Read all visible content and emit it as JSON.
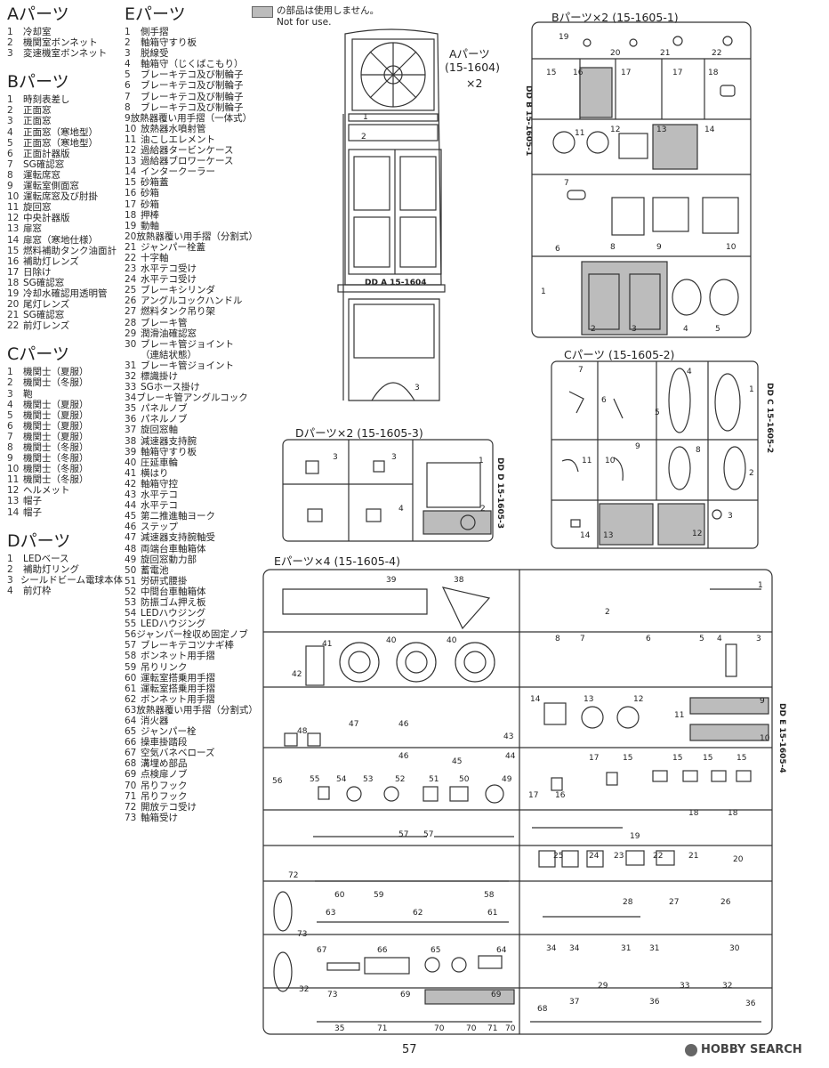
{
  "legend_left": [
    {
      "title": "Aパーツ",
      "items": [
        [
          "1",
          "冷却室"
        ],
        [
          "2",
          "機関室ボンネット"
        ],
        [
          "3",
          "変速機室ボンネット"
        ]
      ]
    },
    {
      "title": "Bパーツ",
      "items": [
        [
          "1",
          "時刻表差し"
        ],
        [
          "2",
          "正面窓"
        ],
        [
          "3",
          "正面窓"
        ],
        [
          "4",
          "正面窓（寒地型）"
        ],
        [
          "5",
          "正面窓（寒地型）"
        ],
        [
          "6",
          "正面計器版"
        ],
        [
          "7",
          "SG確認窓"
        ],
        [
          "8",
          "運転席窓"
        ],
        [
          "9",
          "運転室側面窓"
        ],
        [
          "10",
          "運転席窓及び肘掛"
        ],
        [
          "11",
          "旋回窓"
        ],
        [
          "12",
          "中央計器版"
        ],
        [
          "13",
          "扉窓"
        ],
        [
          "14",
          "扉窓（寒地仕様）"
        ],
        [
          "15",
          "燃料補助タンク油面計"
        ],
        [
          "16",
          "補助灯レンズ"
        ],
        [
          "17",
          "日除け"
        ],
        [
          "18",
          "SG確認窓"
        ],
        [
          "19",
          "冷却水確認用透明管"
        ],
        [
          "20",
          "尾灯レンズ"
        ],
        [
          "21",
          "SG確認窓"
        ],
        [
          "22",
          "前灯レンズ"
        ]
      ]
    },
    {
      "title": "Cパーツ",
      "items": [
        [
          "1",
          "機関士（夏服）"
        ],
        [
          "2",
          "機関士（冬服）"
        ],
        [
          "3",
          "鞄"
        ],
        [
          "4",
          "機関士（夏服）"
        ],
        [
          "5",
          "機関士（夏服）"
        ],
        [
          "6",
          "機関士（夏服）"
        ],
        [
          "7",
          "機関士（夏服）"
        ],
        [
          "8",
          "機関士（冬服）"
        ],
        [
          "9",
          "機関士（冬服）"
        ],
        [
          "10",
          "機関士（冬服）"
        ],
        [
          "11",
          "機関士（冬服）"
        ],
        [
          "12",
          "ヘルメット"
        ],
        [
          "13",
          "帽子"
        ],
        [
          "14",
          "帽子"
        ]
      ]
    },
    {
      "title": "Dパーツ",
      "items": [
        [
          "1",
          "LEDベース"
        ],
        [
          "2",
          "補助灯リング"
        ],
        [
          "3",
          "シールドビーム電球本体"
        ],
        [
          "4",
          "前灯枠"
        ]
      ]
    }
  ],
  "legend_mid": [
    {
      "title": "Eパーツ",
      "items": [
        [
          "1",
          "側手摺"
        ],
        [
          "2",
          "軸箱守すり板"
        ],
        [
          "3",
          "脱線受"
        ],
        [
          "4",
          "軸箱守（じくばこもり）"
        ],
        [
          "5",
          "ブレーキテコ及び制輪子"
        ],
        [
          "6",
          "ブレーキテコ及び制輪子"
        ],
        [
          "7",
          "ブレーキテコ及び制輪子"
        ],
        [
          "8",
          "ブレーキテコ及び制輪子"
        ],
        [
          "9",
          "放熱器覆い用手摺（一体式）"
        ],
        [
          "10",
          "放熱器水噴射管"
        ],
        [
          "11",
          "油こしエレメント"
        ],
        [
          "12",
          "過給器タービンケース"
        ],
        [
          "13",
          "過給器ブロワーケース"
        ],
        [
          "14",
          "インタークーラー"
        ],
        [
          "15",
          "砂箱蓋"
        ],
        [
          "16",
          "砂箱"
        ],
        [
          "17",
          "砂箱"
        ],
        [
          "18",
          "押棒"
        ],
        [
          "19",
          "動軸"
        ],
        [
          "20",
          "放熱器覆い用手摺（分割式）"
        ],
        [
          "21",
          "ジャンパー栓蓋"
        ],
        [
          "22",
          "十字軸"
        ],
        [
          "23",
          "水平テコ受け"
        ],
        [
          "24",
          "水平テコ受け"
        ],
        [
          "25",
          "ブレーキシリンダ"
        ],
        [
          "26",
          "アングルコックハンドル"
        ],
        [
          "27",
          "燃料タンク吊り架"
        ],
        [
          "28",
          "ブレーキ管"
        ],
        [
          "29",
          "潤滑油確認窓"
        ],
        [
          "30",
          "ブレーキ管ジョイント"
        ],
        [
          "",
          "（連結状態）"
        ],
        [
          "31",
          "ブレーキ管ジョイント"
        ],
        [
          "32",
          "標識掛け"
        ],
        [
          "33",
          "SGホース掛け"
        ],
        [
          "34",
          "ブレーキ管アングルコック"
        ],
        [
          "35",
          "パネルノブ"
        ],
        [
          "36",
          "パネルノブ"
        ],
        [
          "37",
          "旋回窓軸"
        ],
        [
          "38",
          "減速器支持腕"
        ],
        [
          "39",
          "軸箱守すり板"
        ],
        [
          "40",
          "圧延車輪"
        ],
        [
          "41",
          "横はり"
        ],
        [
          "42",
          "軸箱守控"
        ],
        [
          "43",
          "水平テコ"
        ],
        [
          "44",
          "水平テコ"
        ],
        [
          "45",
          "第二推進軸ヨーク"
        ],
        [
          "46",
          "ステップ"
        ],
        [
          "47",
          "減速器支持腕軸受"
        ],
        [
          "48",
          "両端台車軸箱体"
        ],
        [
          "49",
          "旋回窓動力部"
        ],
        [
          "50",
          "蓄電池"
        ],
        [
          "51",
          "労研式腰掛"
        ],
        [
          "52",
          "中間台車軸箱体"
        ],
        [
          "53",
          "防振ゴム押え板"
        ],
        [
          "54",
          "LEDハウジング"
        ],
        [
          "55",
          "LEDハウジング"
        ],
        [
          "56",
          "ジャンパー栓収め固定ノブ"
        ],
        [
          "57",
          "ブレーキテコツナギ棒"
        ],
        [
          "58",
          "ボンネット用手摺"
        ],
        [
          "59",
          "吊りリンク"
        ],
        [
          "60",
          "運転室搭乗用手摺"
        ],
        [
          "61",
          "運転室搭乗用手摺"
        ],
        [
          "62",
          "ボンネット用手摺"
        ],
        [
          "63",
          "放熱器覆い用手摺（分割式）"
        ],
        [
          "64",
          "消火器"
        ],
        [
          "65",
          "ジャンパー栓"
        ],
        [
          "66",
          "操車掛踏段"
        ],
        [
          "67",
          "空気バネベローズ"
        ],
        [
          "68",
          "溝埋め部品"
        ],
        [
          "69",
          "点検扉ノブ"
        ],
        [
          "70",
          "吊りフック"
        ],
        [
          "71",
          "吊りフック"
        ],
        [
          "72",
          "開放テコ受け"
        ],
        [
          "73",
          "軸箱受け"
        ]
      ]
    }
  ],
  "note": {
    "jp": "の部品は使用しません。",
    "en": "Not for use."
  },
  "captions": {
    "a_parts": "Aパーツ",
    "a_code": "(15-1604)",
    "a_mult": "×2",
    "b_parts": "Bパーツ×2 (15-1605-1)",
    "c_parts": "Cパーツ (15-1605-2)",
    "d_parts": "Dパーツ×2 (15-1605-3)",
    "e_parts": "Eパーツ×4 (15-1605-4)",
    "dd_a": "DD A 15-1604",
    "dd_b": "DD B 15-1605-1",
    "dd_c": "DD C 15-1605-2",
    "dd_d": "DD D 15-1605-3",
    "dd_e": "DD E 15-1605-4"
  },
  "page_number": "57",
  "watermark": "HOBBY SEARCH",
  "sprue_labels": {
    "a": [
      "1",
      "2",
      "3"
    ],
    "b": [
      "19",
      "20",
      "21",
      "22",
      "15",
      "16",
      "17",
      "17",
      "18",
      "11",
      "12",
      "13",
      "14",
      "7",
      "6",
      "8",
      "9",
      "10",
      "1",
      "2",
      "3",
      "4",
      "5"
    ],
    "c": [
      "7",
      "6",
      "5",
      "4",
      "1",
      "11",
      "10",
      "9",
      "8",
      "2",
      "14",
      "13",
      "12",
      "3"
    ],
    "d": [
      "3",
      "3",
      "1",
      "4",
      "2"
    ],
    "e": [
      "39",
      "38",
      "1",
      "2",
      "41",
      "40",
      "40",
      "42",
      "8",
      "7",
      "6",
      "5",
      "4",
      "3",
      "14",
      "13",
      "12",
      "11",
      "9",
      "10",
      "47",
      "46",
      "48",
      "46",
      "45",
      "43",
      "44",
      "56",
      "55",
      "54",
      "53",
      "52",
      "51",
      "50",
      "49",
      "17",
      "16",
      "17",
      "15",
      "15",
      "15",
      "15",
      "18",
      "18",
      "19",
      "57",
      "57",
      "25",
      "24",
      "23",
      "22",
      "21",
      "20",
      "72",
      "60",
      "59",
      "58",
      "63",
      "62",
      "61",
      "28",
      "27",
      "26",
      "73",
      "67",
      "66",
      "65",
      "64",
      "34",
      "34",
      "31",
      "31",
      "30",
      "29",
      "33",
      "32",
      "32",
      "73",
      "69",
      "69",
      "68",
      "37",
      "36",
      "36",
      "35",
      "71",
      "70",
      "70",
      "71",
      "70",
      "70"
    ]
  }
}
